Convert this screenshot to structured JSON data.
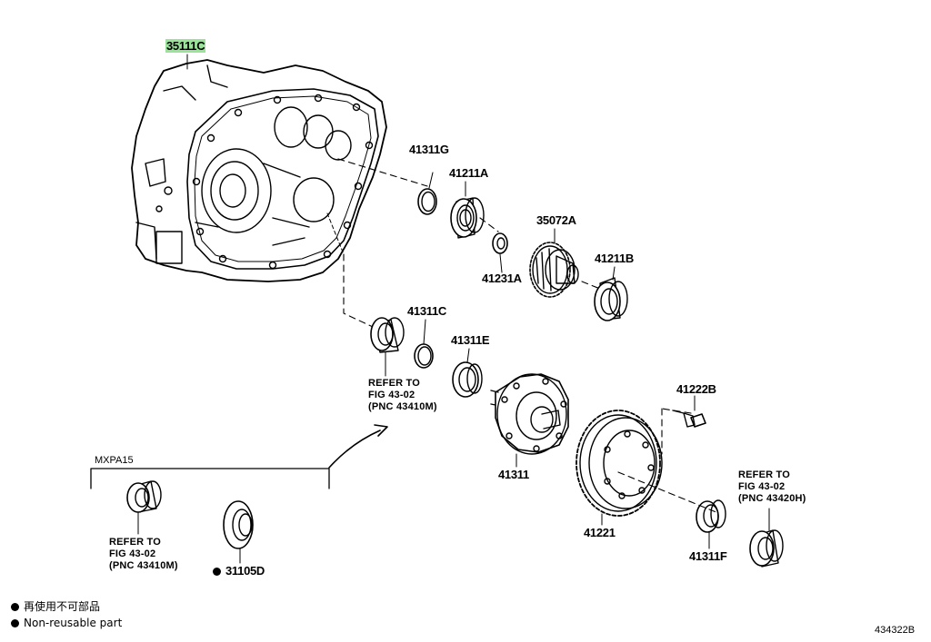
{
  "colors": {
    "ink": "#000000",
    "highlight": "#9be39b",
    "background": "#ffffff"
  },
  "parts": {
    "p35111C": "35111C",
    "p41311G": "41311G",
    "p41211A": "41211A",
    "p35072A": "35072A",
    "p41231A": "41231A",
    "p41211B": "41211B",
    "p41311C": "41311C",
    "p41311E": "41311E",
    "p41222B": "41222B",
    "p41311": "41311",
    "p41221": "41221",
    "p41311F": "41311F",
    "p31105D": "31105D"
  },
  "notes": {
    "refer_1": "REFER TO\nFIG 43-02\n(PNC 43410M)",
    "refer_2": "REFER TO\nFIG 43-02\n(PNC 43410M)",
    "refer_3": "REFER TO\nFIG 43-02\n(PNC 43420H)",
    "group_label": "MXPA15"
  },
  "legend": {
    "japanese": "再使用不可部品",
    "english": "Non-reusable part"
  },
  "figure_number": "434322B"
}
